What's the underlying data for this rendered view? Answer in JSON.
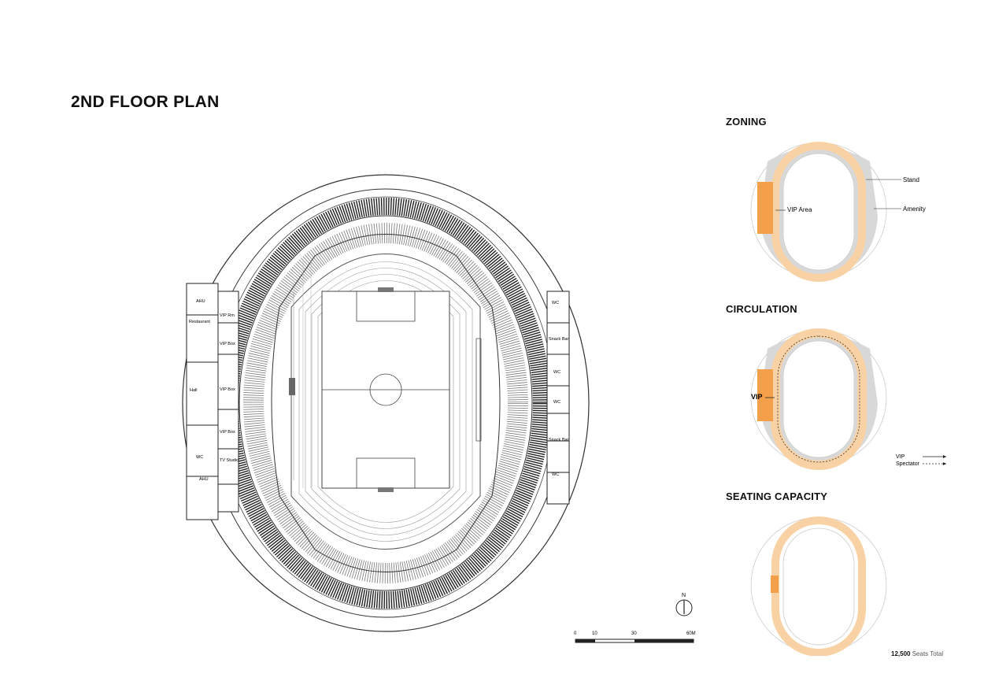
{
  "title": "2ND FLOOR PLAN",
  "plan": {
    "rooms_left": [
      "AHU",
      "Restaurant",
      "VIP Rm",
      "VIP Box",
      "Hall",
      "VIP Box",
      "VIP Box",
      "WC",
      "TV Studio",
      "AHU"
    ],
    "rooms_right": [
      "WC",
      "Snack Bar",
      "WC",
      "WC",
      "Snack Bar",
      "WC"
    ]
  },
  "north": "N",
  "scale": {
    "ticks": [
      "0",
      "10",
      "30",
      "60M"
    ]
  },
  "zoning": {
    "title": "ZONING",
    "labels": {
      "stand": "Stand",
      "amenity": "Amenity",
      "vip": "VIP Area"
    }
  },
  "circulation": {
    "title": "CIRCULATION",
    "vip_label": "VIP",
    "legend": {
      "vip": "VIP",
      "spectator": "Spectator"
    }
  },
  "seating": {
    "title": "SEATING CAPACITY",
    "total_value": "12,500",
    "total_label": "Seats Total"
  },
  "colors": {
    "stand": "#f8d2a4",
    "vip": "#f4a04a",
    "amenity": "#cfcfcf",
    "line": "#222222"
  }
}
